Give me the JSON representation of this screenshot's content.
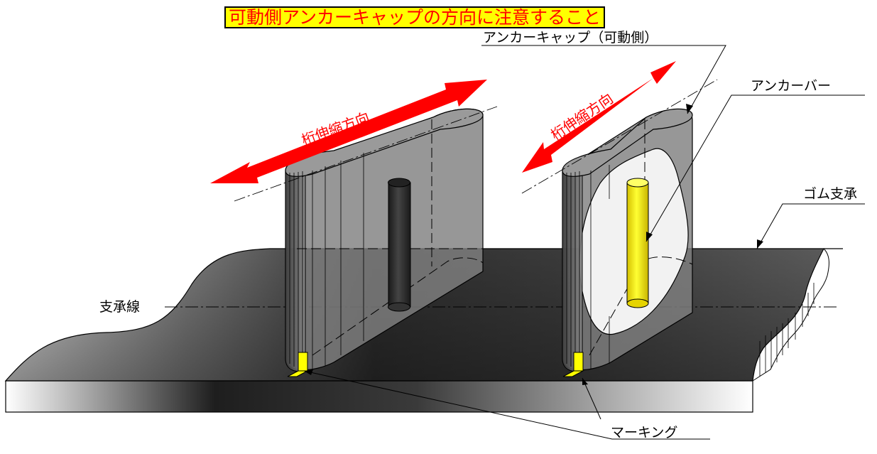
{
  "title": "可動側アンカーキャップの方向に注意すること",
  "labels": {
    "anchor_cap": "アンカーキャップ（可動側）",
    "anchor_bar": "アンカーバー",
    "rubber_bearing": "ゴム支承",
    "bearing_line": "支承線",
    "marking": "マーキング",
    "girder_direction_left": "桁伸縮方向",
    "girder_direction_right": "桁伸縮方向"
  },
  "colors": {
    "title_background": "#ffff00",
    "title_text": "#ff0000",
    "arrow": "#ff0000",
    "anchor_bar": "#ffff00",
    "marking": "#ffff00"
  }
}
